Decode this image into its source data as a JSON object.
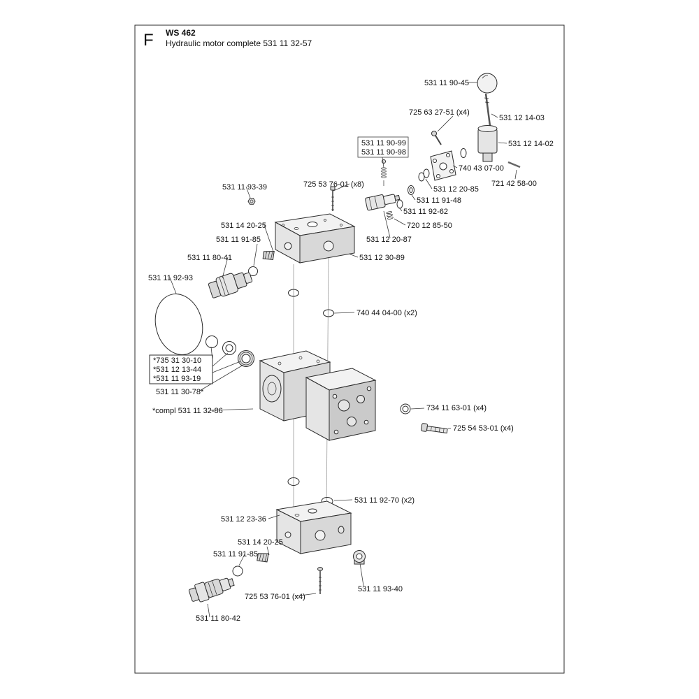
{
  "header": {
    "section_letter": "F",
    "model": "WS 462",
    "subtitle": "Hydraulic motor complete 531 11 32-57"
  },
  "part_labels": [
    "531 11 90-45",
    "725 63 27-51 (x4)",
    "531 12 14-03",
    "531 12 14-02",
    "531 11 90-99",
    "531 11 90-98",
    "740 43 07-00",
    "721 42 58-00",
    "531 12 20-85",
    "531 11 93-39",
    "725 53 76-01 (x8)",
    "531 11 91-48",
    "531 11 92-62",
    "531 14 20-25",
    "720 12 85-50",
    "531 11 91-85",
    "531 12 20-87",
    "531 11 80-41",
    "531 12 30-89",
    "531 11 92-93",
    "740 44 04-00 (x2)",
    "*735 31 30-10",
    "*531 12 13-44",
    "*531 11 93-19",
    "531 11 30-78*",
    "*compl 531 11 32-86",
    "734 11 63-01 (x4)",
    "725 54 53-01 (x4)",
    "531 11 92-70 (x2)",
    "531 12 23-36",
    "531 14 20-25",
    "531 11 91-85",
    "725 53 76-01 (x4)",
    "531 11 93-40",
    "531 11 80-42"
  ]
}
